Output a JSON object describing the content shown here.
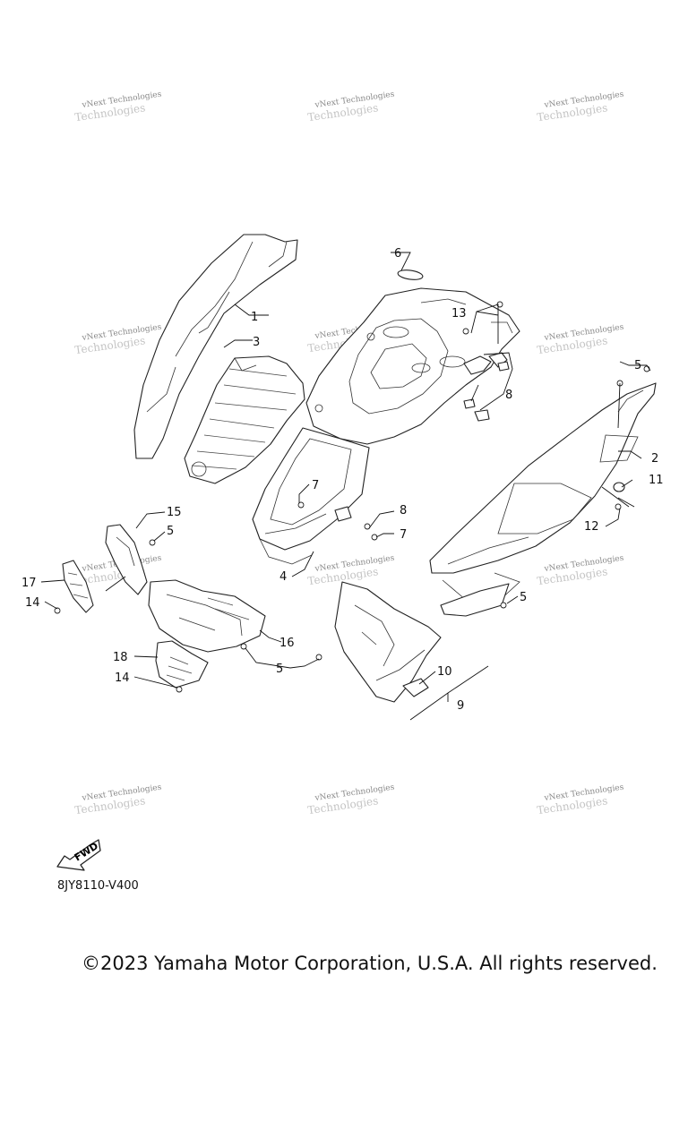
{
  "watermark": {
    "line1": "vNext Technologies",
    "line2": "Technologies"
  },
  "callouts": [
    "1",
    "2",
    "3",
    "4",
    "5",
    "5",
    "5",
    "5",
    "5",
    "6",
    "7",
    "7",
    "8",
    "8",
    "9",
    "10",
    "11",
    "12",
    "13",
    "14",
    "14",
    "15",
    "16",
    "17",
    "18"
  ],
  "fwd_label": "FWD",
  "diagram_code": "8JY8110-V400",
  "copyright": "©2023 Yamaha Motor Corporation, U.S.A. All rights reserved."
}
